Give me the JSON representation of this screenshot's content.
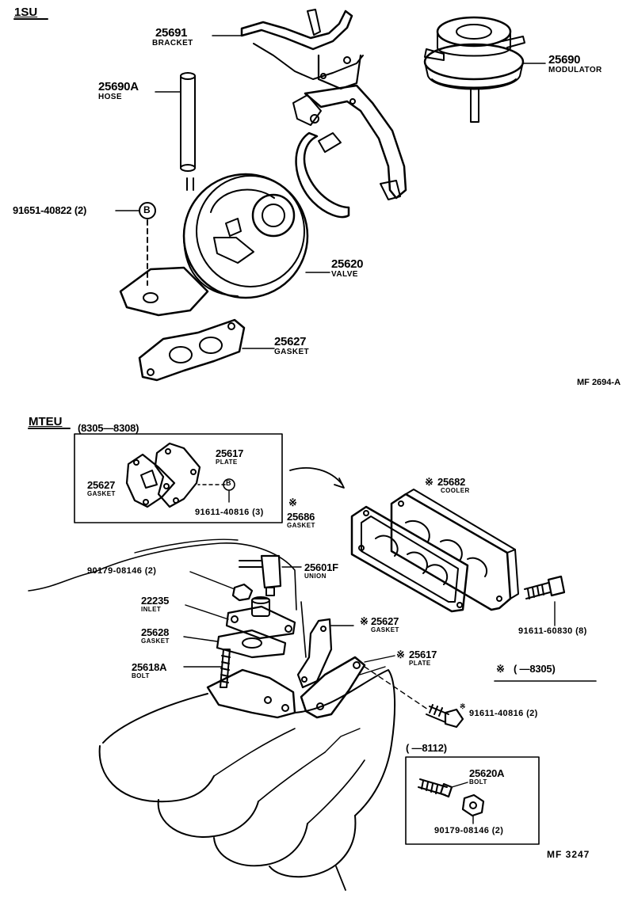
{
  "sections": {
    "top": "1SU",
    "bottom": "MTEU",
    "bottom_range": "(8305—8308)"
  },
  "top_parts": [
    {
      "number": "25691",
      "name": "BRACKET"
    },
    {
      "number": "25690",
      "name": "MODULATOR"
    },
    {
      "number": "25690A",
      "name": "HOSE"
    },
    {
      "number": "91651-40822 (2)",
      "name": ""
    },
    {
      "number": "25620",
      "name": "VALVE"
    },
    {
      "number": "25627",
      "name": "GASKET"
    }
  ],
  "callout_letter": "B",
  "top_code": "MF 2694-A",
  "inset_parts": [
    {
      "number": "25617",
      "name": "PLATE"
    },
    {
      "number": "25627",
      "name": "GASKET"
    },
    {
      "number": "91611-40816 (3)",
      "name": ""
    }
  ],
  "bottom_parts": [
    {
      "number": "25682",
      "name": "COOLER"
    },
    {
      "number": "25686",
      "name": "GASKET"
    },
    {
      "number": "25601F",
      "name": "UNION"
    },
    {
      "number": "90179-08146 (2)",
      "name": ""
    },
    {
      "number": "22235",
      "name": "INLET"
    },
    {
      "number": "25628",
      "name": "GASKET"
    },
    {
      "number": "25627",
      "name": "GASKET"
    },
    {
      "number": "25618A",
      "name": "BOLT"
    },
    {
      "number": "25617",
      "name": "PLATE"
    },
    {
      "number": "91611-60830 (8)",
      "name": ""
    },
    {
      "number": "91611-40816 (2)",
      "name": ""
    }
  ],
  "legend": {
    "symbol": "※",
    "text": "(        —8305)"
  },
  "sub_box": {
    "range": "(        —8112)",
    "parts": [
      {
        "number": "25620A",
        "name": "BOLT"
      },
      {
        "number": "90179-08146 (2)",
        "name": ""
      }
    ]
  },
  "bottom_code": "MF  3247"
}
